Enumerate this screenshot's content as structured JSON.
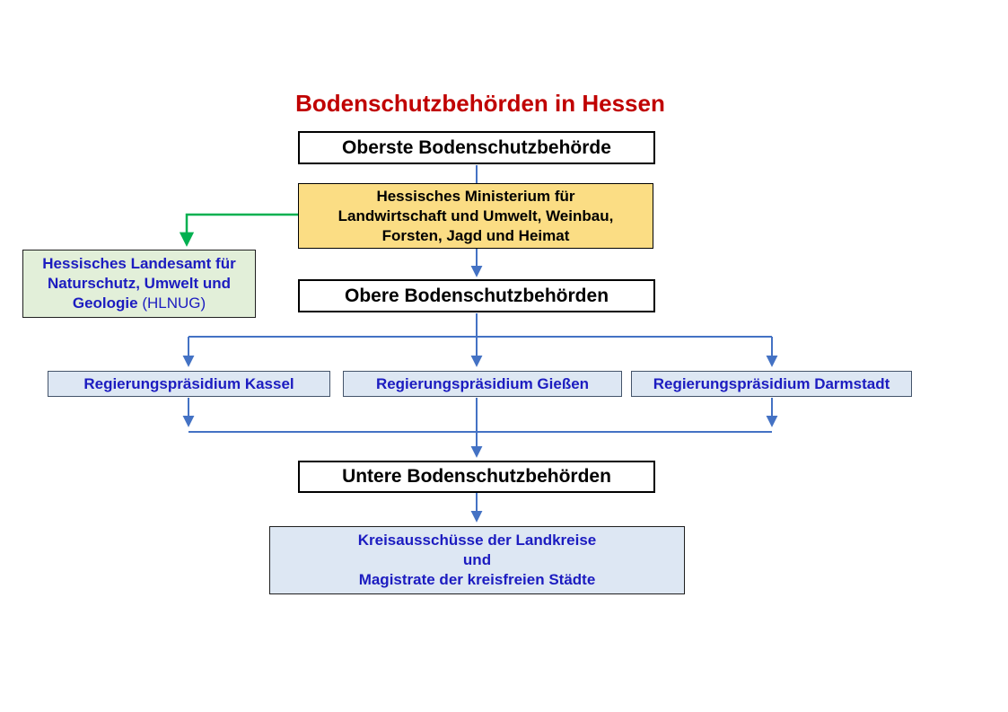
{
  "title": "Bodenschutzbehörden in Hessen",
  "colors": {
    "title_red": "#C00000",
    "blue_text": "#1C1CC0",
    "arrow_blue": "#4472C4",
    "connector_green": "#00B050",
    "ministry_fill": "#FBDD84",
    "hlnug_fill": "#E2EFD9",
    "authority_fill": "#DDE7F3"
  },
  "nodes": {
    "oberste": {
      "label": "Oberste Bodenschutzbehörde"
    },
    "ministerium": {
      "lines": [
        "Hessisches Ministerium für",
        "Landwirtschaft und Umwelt, Weinbau,",
        "Forsten, Jagd und Heimat"
      ]
    },
    "hlnug": {
      "line1": "Hessisches Landesamt für",
      "line2": "Naturschutz, Umwelt und",
      "line3_bold": "Geologie",
      "line3_regular": "(HLNUG)"
    },
    "obere": {
      "label": "Obere Bodenschutzbehörden"
    },
    "rp_boxes": [
      {
        "label": "Regierungspräsidium Kassel"
      },
      {
        "label": "Regierungspräsidium Gießen"
      },
      {
        "label": "Regierungspräsidium Darmstadt"
      }
    ],
    "untere": {
      "label": "Untere Bodenschutzbehörden"
    },
    "kreise": {
      "lines": [
        "Kreisausschüsse der Landkreise",
        "und",
        "Magistrate der kreisfreien Städte"
      ]
    }
  }
}
